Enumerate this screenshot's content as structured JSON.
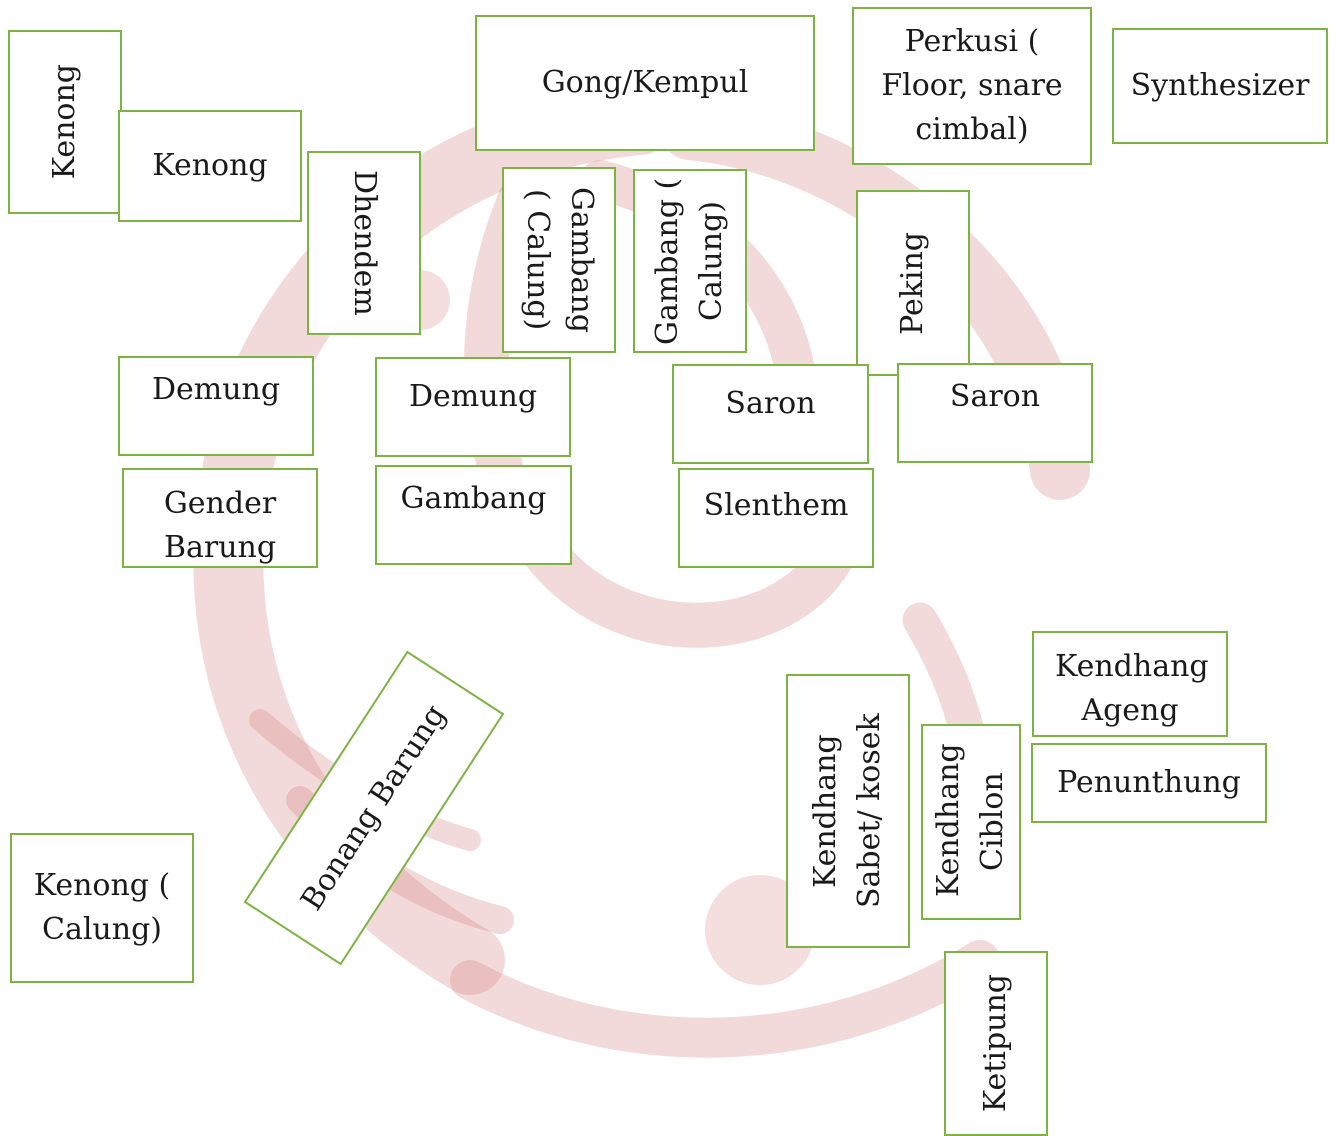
{
  "watermark": {
    "icon": "swan-emblem-icon",
    "color": "#d47a7a"
  },
  "border_color": "#7cb342",
  "instruments": {
    "kenong_left_vertical": "Kenong",
    "kenong_top": "Kenong",
    "dhendem": "Dhendem",
    "gambang_calung_1": "Gambang ( Calung)",
    "gambang_calung_2": "Gambang ( Calung)",
    "gong_kempul": "Gong/Kempul",
    "perkusi": "Perkusi ( Floor, snare cimbal)",
    "synthesizer": "Synthesizer",
    "peking": "Peking",
    "demung_1": "Demung",
    "demung_2": "Demung",
    "saron_1": "Saron",
    "saron_2": "Saron",
    "gender_barung": "Gender Barung",
    "gambang": "Gambang",
    "slenthem": "Slenthem",
    "bonang_barung": "Bonang Barung",
    "kenong_calung": "Kenong ( Calung)",
    "kendhang_sabet": "Kendhang Sabet/ kosek",
    "kendhang_ciblon": "Kendhang Ciblon",
    "kendhang_ageng": "Kendhang Ageng",
    "penunthung": "Penunthung",
    "ketipung": "Ketipung"
  }
}
